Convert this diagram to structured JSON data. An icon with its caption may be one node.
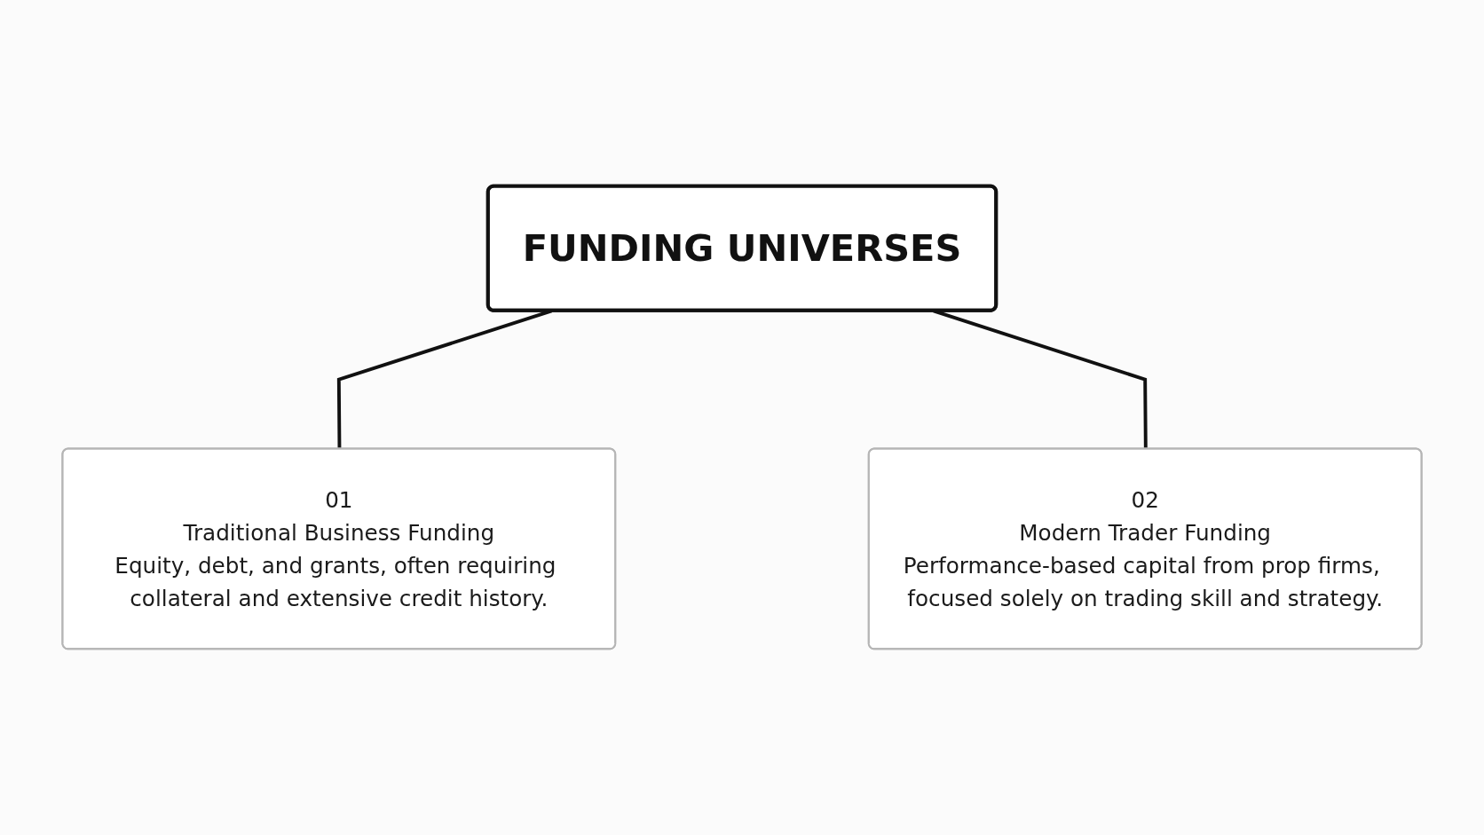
{
  "diagram": {
    "nodes": [
      {
        "text": [
          "FUNDING UNIVERSES"
        ]
      },
      {
        "text": [
          "01",
          "Traditional Business Funding",
          "Equity, debt, and grants, often requiring collateral and extensive credit history."
        ]
      },
      {
        "text": [
          "02",
          "Modern Trader Funding",
          "Performance-based capital from prop firms, focused solely on trading skill and strategy."
        ]
      }
    ],
    "edges": [
      {
        "from": 0,
        "to": 1,
        "arrow": "none"
      },
      {
        "from": 0,
        "to": 2,
        "arrow": "none"
      }
    ]
  }
}
